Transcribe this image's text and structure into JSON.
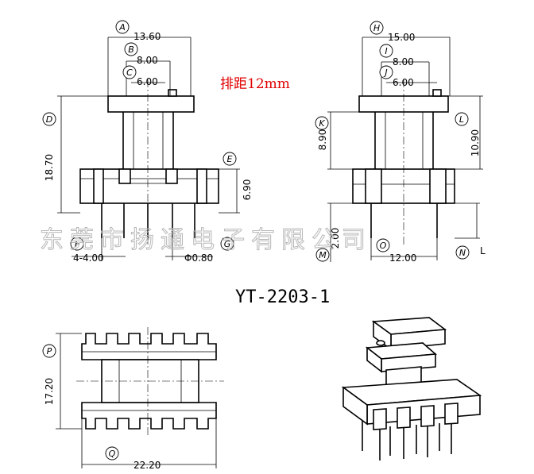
{
  "title": "YT-2203-1",
  "pitch_note": "排距12mm",
  "watermark": "东莞市扬通电子有限公司",
  "colors": {
    "pitch_note": "#e00000",
    "line": "#000000",
    "watermark": "#b8b8b8"
  },
  "front_view": {
    "labels": {
      "a": "A",
      "b": "B",
      "c": "C",
      "d": "D",
      "e": "E",
      "f": "F",
      "g": "G"
    },
    "dims": {
      "a": "13.60",
      "b": "8.00",
      "c": "6.00",
      "d": "18.70",
      "e": "6.90",
      "f": "4-4.00",
      "g": "Φ0.80"
    }
  },
  "side_view": {
    "labels": {
      "h": "H",
      "i": "I",
      "j": "J",
      "k": "K",
      "l": "L",
      "m": "M",
      "n": "N",
      "o": "O"
    },
    "dims": {
      "h": "15.00",
      "i": "8.00",
      "j": "6.00",
      "k": "8.90",
      "l": "10.90",
      "m": "2.00",
      "n": "L",
      "o": "12.00"
    }
  },
  "bottom_view": {
    "labels": {
      "p": "P",
      "q": "Q"
    },
    "dims": {
      "p": "17.20",
      "q": "22.20"
    }
  }
}
